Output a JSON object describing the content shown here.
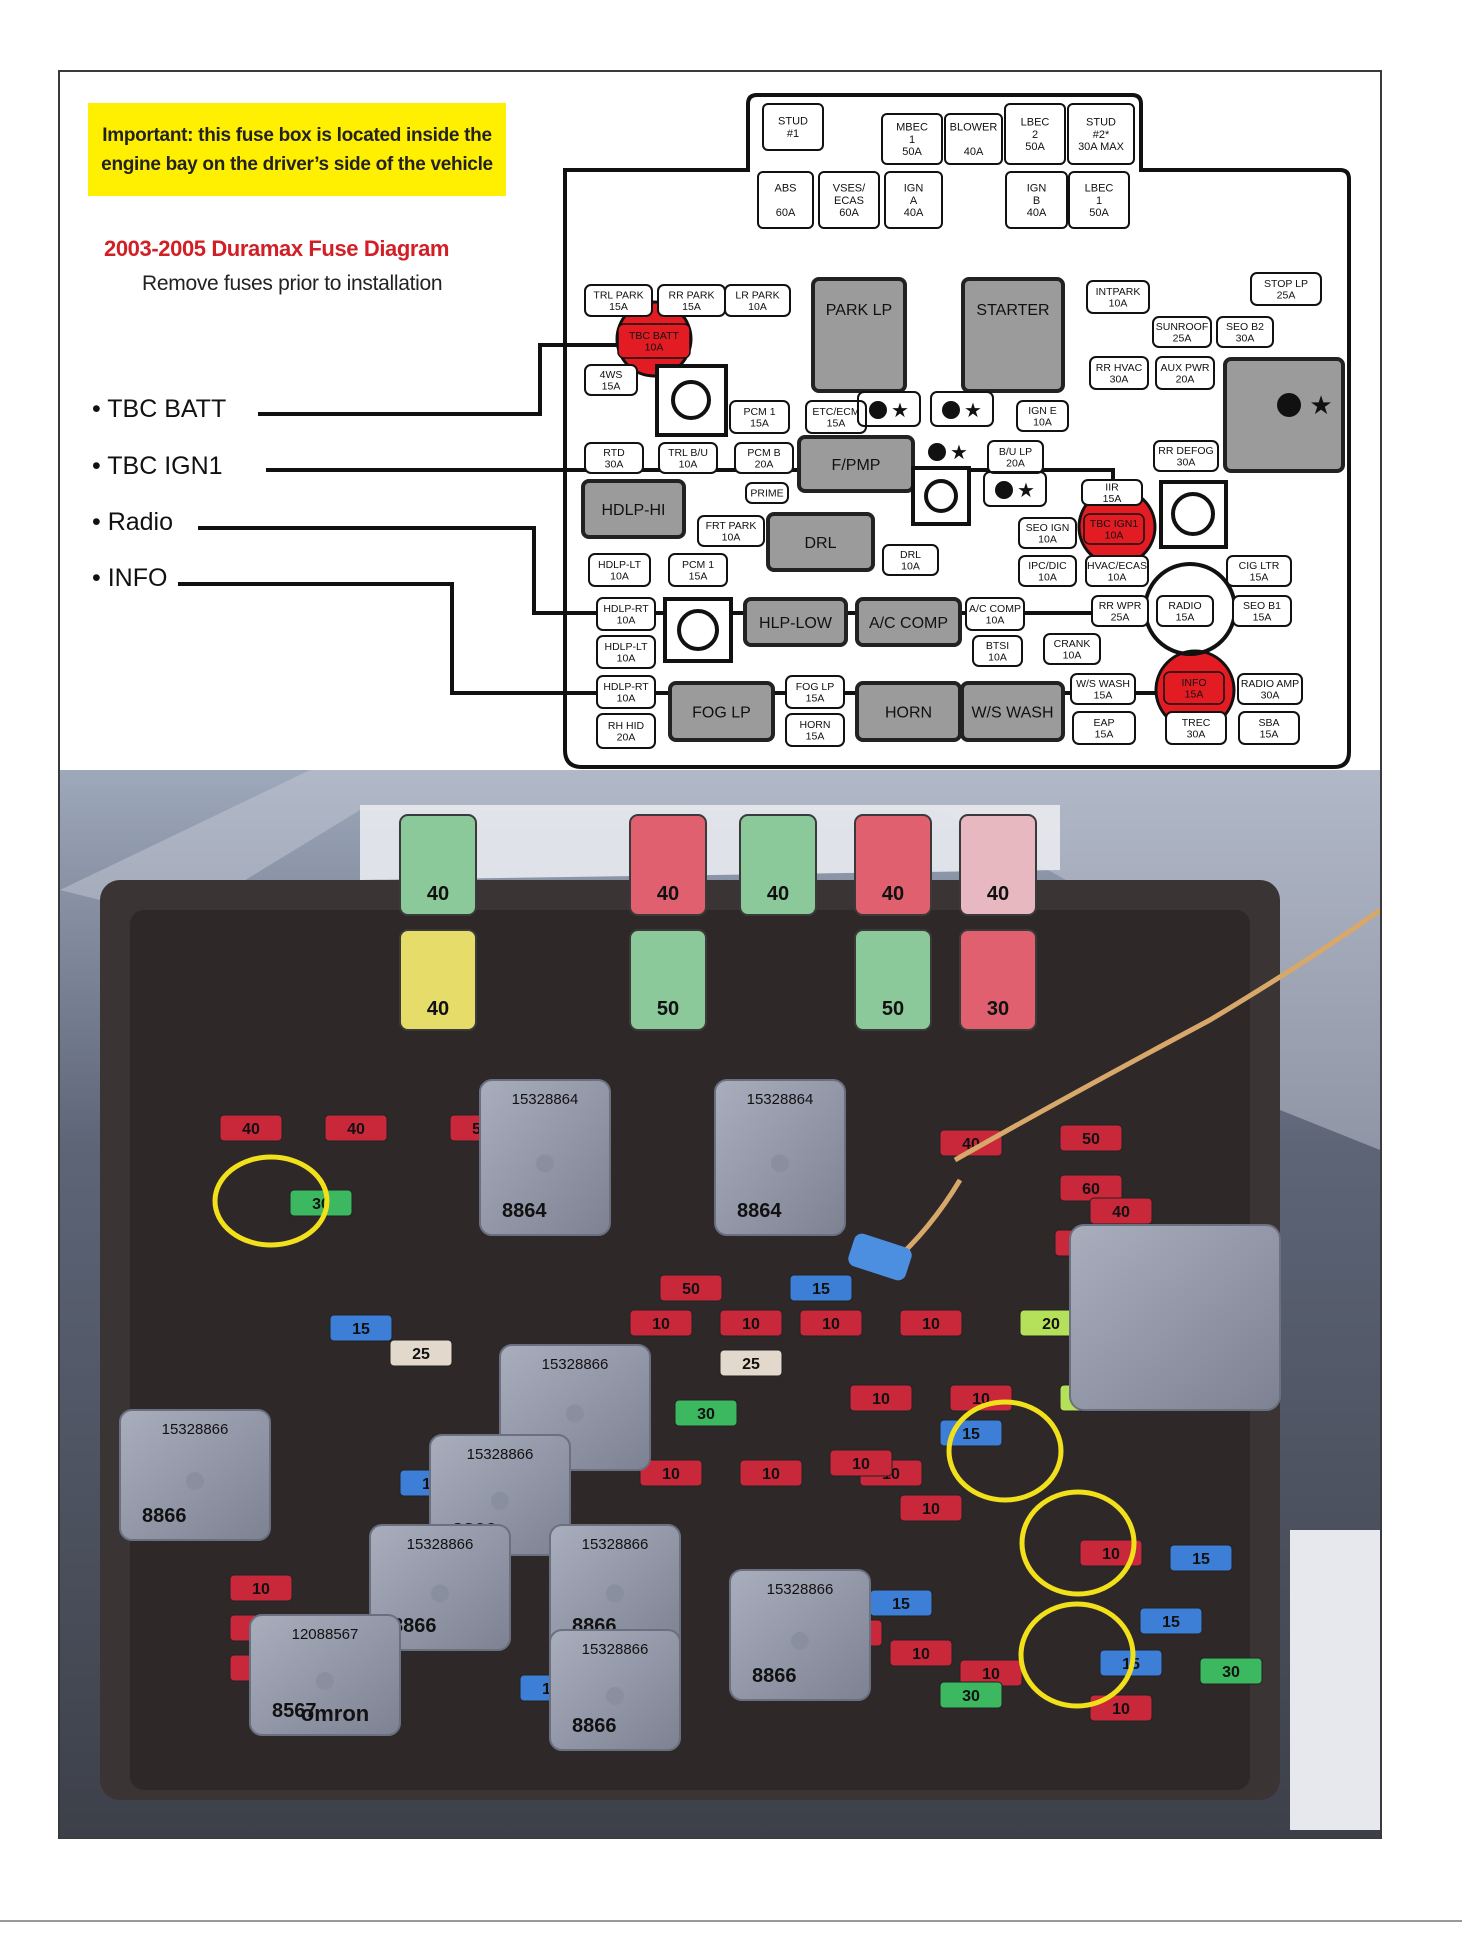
{
  "notice": {
    "line1": "Important: this fuse box is located inside the",
    "line2": "engine bay on the driver’s side of the vehicle"
  },
  "title": "2003-2005 Duramax Fuse Diagram",
  "subtitle": "Remove fuses prior to installation",
  "legend": [
    "• TBC BATT",
    "• TBC IGN1",
    "• Radio",
    "• INFO"
  ],
  "colors": {
    "highlight_red": "#e31b23",
    "notice_yellow": "#ffef00",
    "photo_circle": "#f2e11a",
    "relay_gray": "#9b9b9b"
  },
  "diagram": {
    "top_fuses": [
      {
        "lines": [
          "STUD",
          "#1"
        ]
      },
      {
        "lines": [
          "MBEC",
          "1",
          "50A"
        ]
      },
      {
        "lines": [
          "BLOWER",
          "",
          "40A"
        ]
      },
      {
        "lines": [
          "LBEC",
          "2",
          "50A"
        ]
      },
      {
        "lines": [
          "STUD",
          "#2*",
          "30A MAX"
        ]
      },
      {
        "lines": [
          "ABS",
          "",
          "60A"
        ]
      },
      {
        "lines": [
          "VSES/",
          "ECAS",
          "60A"
        ]
      },
      {
        "lines": [
          "IGN",
          "A",
          "40A"
        ]
      },
      {
        "lines": [
          "IGN",
          "B",
          "40A"
        ]
      },
      {
        "lines": [
          "LBEC",
          "1",
          "50A"
        ]
      }
    ],
    "fuses": [
      {
        "lines": [
          "TRL PARK",
          "15A"
        ]
      },
      {
        "lines": [
          "RR PARK",
          "15A"
        ]
      },
      {
        "lines": [
          "LR PARK",
          "10A"
        ]
      },
      {
        "lines": [
          "TBC BATT",
          "10A"
        ],
        "highlight": true
      },
      {
        "lines": [
          "4WS",
          "15A"
        ]
      },
      {
        "lines": [
          "PCM 1",
          "15A"
        ]
      },
      {
        "lines": [
          "ETC/ECM",
          "15A"
        ]
      },
      {
        "lines": [
          "IGN E",
          "10A"
        ]
      },
      {
        "lines": [
          "INTPARK",
          "10A"
        ]
      },
      {
        "lines": [
          "SUNROOF",
          "25A"
        ]
      },
      {
        "lines": [
          "SEO B2",
          "30A"
        ]
      },
      {
        "lines": [
          "STOP LP",
          "25A"
        ]
      },
      {
        "lines": [
          "RR HVAC",
          "30A"
        ]
      },
      {
        "lines": [
          "AUX PWR",
          "20A"
        ]
      },
      {
        "lines": [
          "RTD",
          "30A"
        ]
      },
      {
        "lines": [
          "TRL B/U",
          "10A"
        ]
      },
      {
        "lines": [
          "PCM B",
          "20A"
        ]
      },
      {
        "lines": [
          "PRIME"
        ]
      },
      {
        "lines": [
          "B/U LP",
          "20A"
        ]
      },
      {
        "lines": [
          "RR DEFOG",
          "30A"
        ]
      },
      {
        "lines": [
          "FRT PARK",
          "10A"
        ]
      },
      {
        "lines": [
          "IIR",
          "15A"
        ]
      },
      {
        "lines": [
          "SEO IGN",
          "10A"
        ]
      },
      {
        "lines": [
          "TBC IGN1",
          "10A"
        ],
        "highlight": true
      },
      {
        "lines": [
          "DRL",
          "10A"
        ]
      },
      {
        "lines": [
          "HDLP-LT",
          "10A"
        ]
      },
      {
        "lines": [
          "PCM 1",
          "15A"
        ]
      },
      {
        "lines": [
          "IPC/DIC",
          "10A"
        ]
      },
      {
        "lines": [
          "HVAC/ECAS",
          "10A"
        ]
      },
      {
        "lines": [
          "CIG LTR",
          "15A"
        ]
      },
      {
        "lines": [
          "HDLP-RT",
          "10A"
        ]
      },
      {
        "lines": [
          "A/C COMP",
          "10A"
        ]
      },
      {
        "lines": [
          "RR WPR",
          "25A"
        ]
      },
      {
        "lines": [
          "RADIO",
          "15A"
        ]
      },
      {
        "lines": [
          "SEO B1",
          "15A"
        ]
      },
      {
        "lines": [
          "HDLP-LT",
          "10A"
        ]
      },
      {
        "lines": [
          "BTSI",
          "10A"
        ]
      },
      {
        "lines": [
          "CRANK",
          "10A"
        ]
      },
      {
        "lines": [
          "HDLP-RT",
          "10A"
        ]
      },
      {
        "lines": [
          "FOG LP",
          "15A"
        ]
      },
      {
        "lines": [
          "W/S WASH",
          "15A"
        ]
      },
      {
        "lines": [
          "INFO",
          "15A"
        ],
        "highlight": true
      },
      {
        "lines": [
          "RADIO AMP",
          "30A"
        ]
      },
      {
        "lines": [
          "RH HID",
          "20A"
        ]
      },
      {
        "lines": [
          "HORN",
          "15A"
        ]
      },
      {
        "lines": [
          "EAP",
          "15A"
        ]
      },
      {
        "lines": [
          "TREC",
          "30A"
        ]
      },
      {
        "lines": [
          "SBA",
          "15A"
        ]
      }
    ],
    "relays": [
      "PARK LP",
      "STARTER",
      "F/PMP",
      "HDLP-HI",
      "DRL",
      "HLP-LOW",
      "A/C COMP",
      "FOG LP",
      "HORN",
      "W/S WASH"
    ],
    "star_marks": [
      "2",
      "1",
      "3",
      "4",
      "5"
    ]
  },
  "photo": {
    "relay_codes": [
      "15328864",
      "15328864",
      "15328866",
      "15328866",
      "15328866",
      "15328866",
      "15328866",
      "15328866",
      "15328866",
      "12088567"
    ],
    "relay_marks": [
      "8864",
      "8864",
      "8866",
      "8866",
      "8866",
      "8866",
      "8866",
      "8866",
      "8866",
      "8567"
    ],
    "relay_brand": "omron",
    "fuse_values": [
      "40",
      "40",
      "50",
      "40",
      "50",
      "30",
      "60",
      "40",
      "40",
      "50",
      "15",
      "10",
      "10",
      "10",
      "10",
      "25",
      "20",
      "15",
      "25",
      "10",
      "10",
      "20",
      "15",
      "30",
      "15",
      "10",
      "10",
      "10",
      "10",
      "10",
      "10",
      "10",
      "10",
      "10",
      "15",
      "15",
      "10",
      "10",
      "10",
      "10",
      "15",
      "15",
      "30",
      "30",
      "15",
      "15",
      "10"
    ],
    "maxi_labels": [
      "40",
      "40",
      "40",
      "40",
      "40",
      "40",
      "50",
      "50",
      "30",
      "50",
      "50"
    ]
  }
}
